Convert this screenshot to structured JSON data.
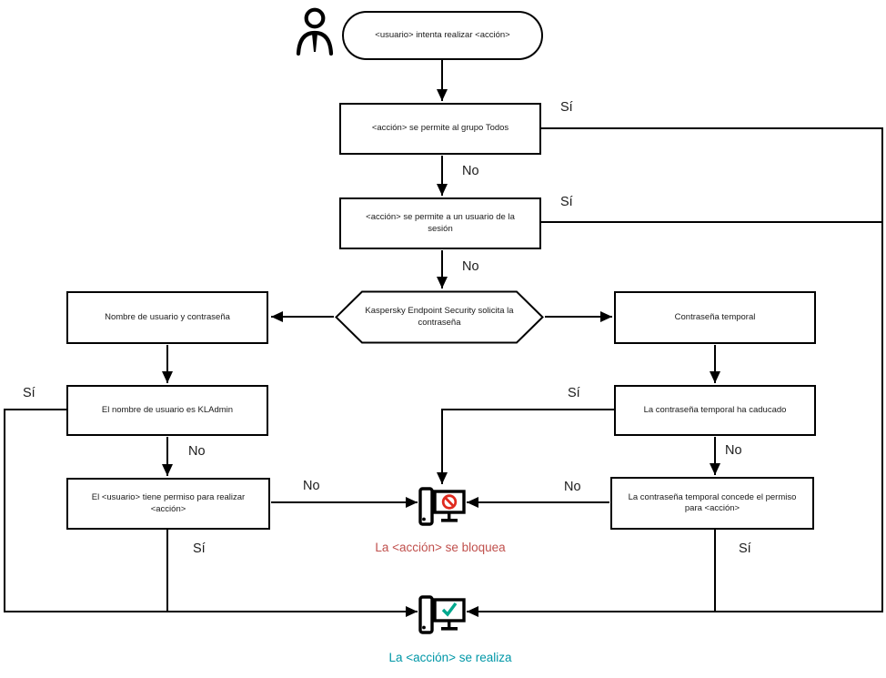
{
  "diagram": {
    "start": "<usuario> intenta realizar <acción>",
    "nodes": {
      "grupo": "<acción> se permite al grupo Todos",
      "sesion": "<acción> se permite a un usuario de la sesión",
      "solicita": "Kaspersky Endpoint Security solicita la contraseña",
      "nombre": "Nombre de usuario y contraseña",
      "kladmin": "El nombre de usuario es KLAdmin",
      "permiso": "El <usuario> tiene permiso para realizar <acción>",
      "temporal": "Contraseña temporal",
      "caducado": "La contraseña temporal ha caducado",
      "concede": "La contraseña temporal concede el permiso para <acción>"
    },
    "labels": {
      "yes": "Sí",
      "no": "No"
    },
    "outcomes": {
      "blocked": "La <acción> se bloquea",
      "done": "La <acción> se realiza"
    },
    "colors": {
      "line": "#000000",
      "blocked_text": "#c0504d",
      "done_text": "#0097a7",
      "block_sign": "#e02b20",
      "check_mark": "#00a88e"
    }
  }
}
